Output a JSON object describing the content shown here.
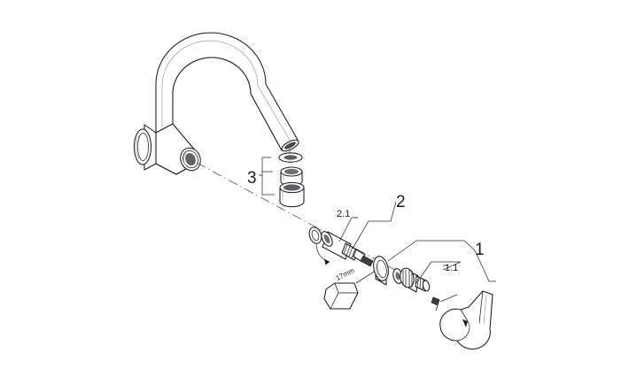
{
  "diagram": {
    "type": "exploded-parts-view",
    "subject": "wall-mounted bridge faucet spout and handle assembly",
    "background_color": "#ffffff",
    "line_color": "#1a1a1a",
    "shading_color": "#8a8d91",
    "callouts": [
      {
        "id": "1",
        "label": "1",
        "size": "major",
        "refers_to": "handle assembly group"
      },
      {
        "id": "1.1",
        "label": "1.1",
        "size": "minor",
        "refers_to": "lever handle"
      },
      {
        "id": "2",
        "label": "2",
        "size": "major",
        "refers_to": "cartridge group"
      },
      {
        "id": "2.1",
        "label": "2.1",
        "size": "minor",
        "refers_to": "ceramic cartridge"
      },
      {
        "id": "3",
        "label": "3",
        "size": "major",
        "refers_to": "aerator / mousseur group"
      }
    ],
    "tool_note": {
      "label": "17mm",
      "shape": "hex-socket"
    },
    "parts": [
      {
        "name": "spout",
        "group": null
      },
      {
        "name": "wall-flange",
        "group": null
      },
      {
        "name": "aerator-washer",
        "group": "3"
      },
      {
        "name": "aerator-insert",
        "group": "3"
      },
      {
        "name": "aerator-housing",
        "group": "3"
      },
      {
        "name": "o-ring",
        "group": "2"
      },
      {
        "name": "cartridge",
        "group": "2.1"
      },
      {
        "name": "escutcheon-ring",
        "group": "1"
      },
      {
        "name": "stem-washer",
        "group": "1"
      },
      {
        "name": "splined-adapter",
        "group": "1"
      },
      {
        "name": "set-screw",
        "group": "1"
      },
      {
        "name": "lever-handle",
        "group": "1.1"
      }
    ]
  }
}
